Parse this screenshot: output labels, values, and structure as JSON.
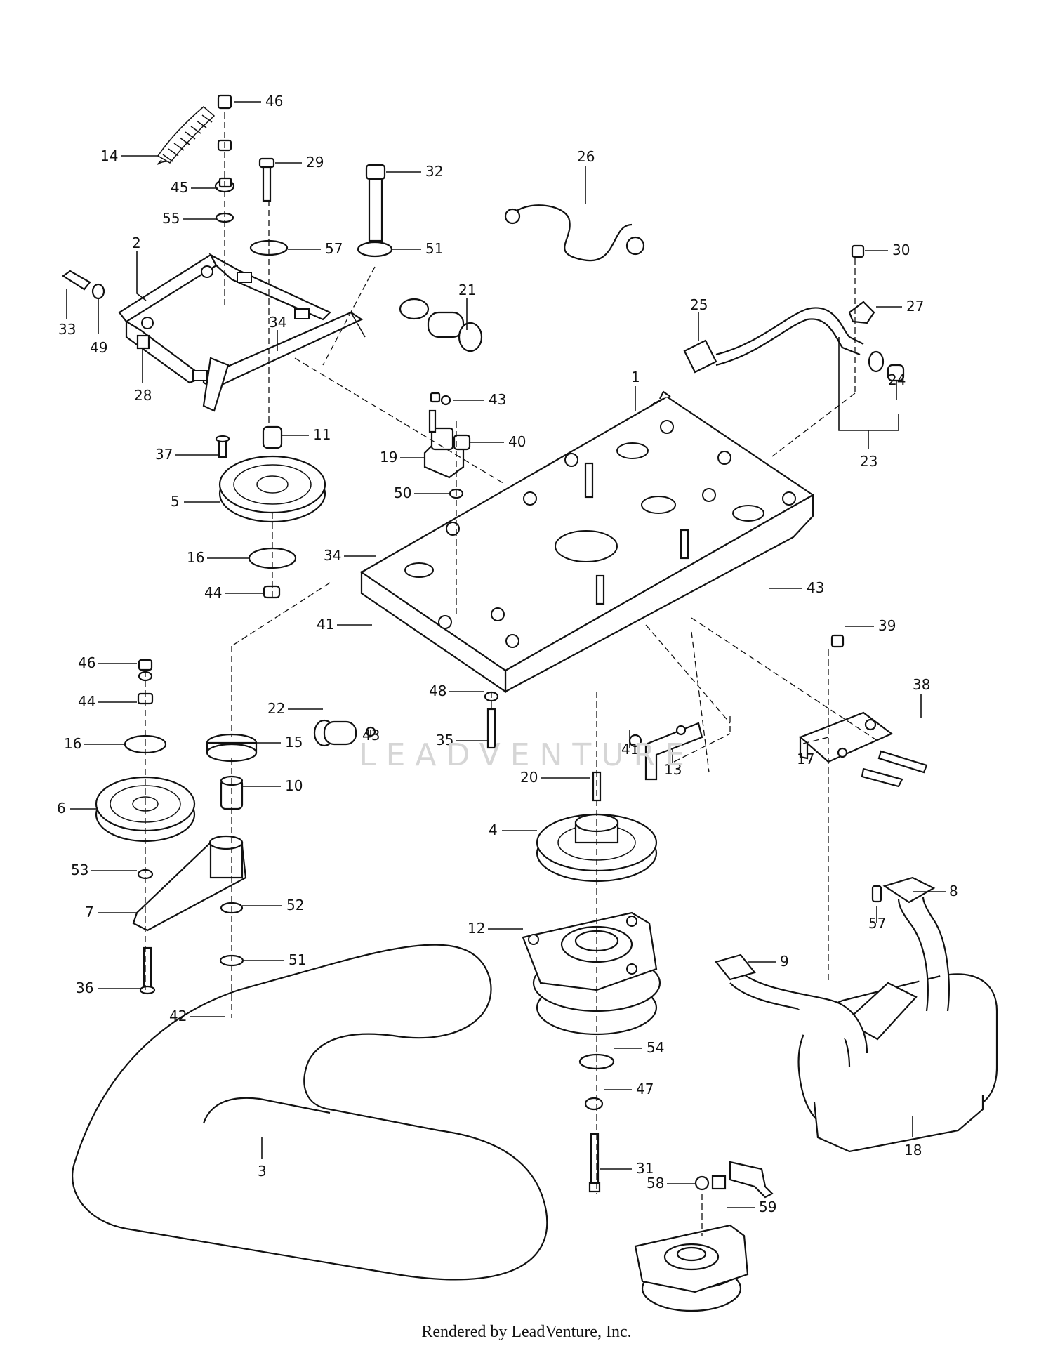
{
  "footer": "Rendered by LeadVenture, Inc.",
  "watermark": "LEADVENTURE",
  "callouts": [
    "46",
    "14",
    "45",
    "29",
    "32",
    "26",
    "55",
    "57",
    "51",
    "2",
    "33",
    "49",
    "34",
    "28",
    "21",
    "25",
    "30",
    "27",
    "24",
    "23",
    "1",
    "43",
    "40",
    "19",
    "50",
    "37",
    "11",
    "5",
    "16",
    "44",
    "41",
    "43",
    "39",
    "38",
    "17",
    "13",
    "41",
    "48",
    "35",
    "22",
    "43",
    "20",
    "46",
    "44",
    "16",
    "6",
    "15",
    "10",
    "4",
    "53",
    "52",
    "7",
    "51",
    "36",
    "42",
    "12",
    "8",
    "57",
    "9",
    "54",
    "47",
    "18",
    "3",
    "31",
    "58",
    "59",
    "34",
    "43"
  ]
}
